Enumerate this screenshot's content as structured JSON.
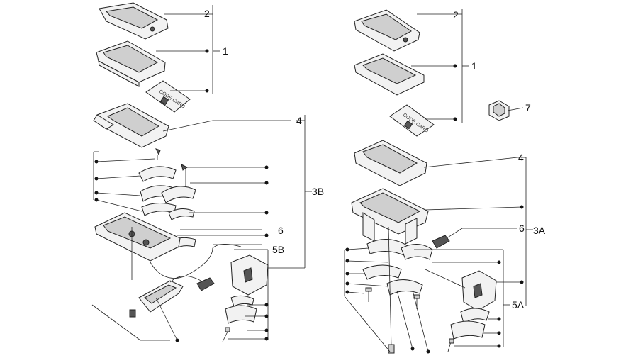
{
  "diagram": {
    "left_labels": {
      "p2": "2",
      "p1": "1",
      "p4": "4",
      "p3b": "3B",
      "p6": "6",
      "p5b": "5B"
    },
    "right_labels": {
      "p2": "2",
      "p1": "1",
      "p7": "7",
      "p4": "4",
      "p6": "6",
      "p3a": "3A",
      "p5a": "5A"
    },
    "card_text": "CODE CARD"
  }
}
